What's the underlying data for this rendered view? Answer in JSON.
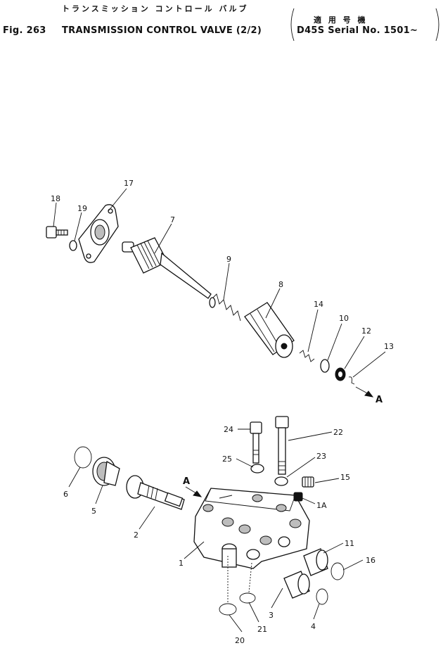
{
  "header": {
    "title_jp": "トランスミッション コントロール バルブ",
    "fig_label": "Fig. 263",
    "title_en": "TRANSMISSION CONTROL VALVE (2/2)",
    "applicable_jp": "適 用 号 機",
    "model_serial": "D45S Serial No. 1501~"
  },
  "callouts": {
    "p1": "1",
    "p2": "2",
    "p3": "3",
    "p4": "4",
    "p5": "5",
    "p6": "6",
    "p7": "7",
    "p8": "8",
    "p9": "9",
    "p10": "10",
    "p11": "11",
    "p12": "12",
    "p13": "13",
    "p14": "14",
    "p15": "15",
    "p16": "16",
    "p17": "17",
    "p18": "18",
    "p19": "19",
    "p20": "20",
    "p21": "21",
    "p22": "22",
    "p23": "23",
    "p24": "24",
    "p25": "25",
    "p1a": "1A",
    "view_a_top": "A",
    "view_a_bottom": "A"
  }
}
